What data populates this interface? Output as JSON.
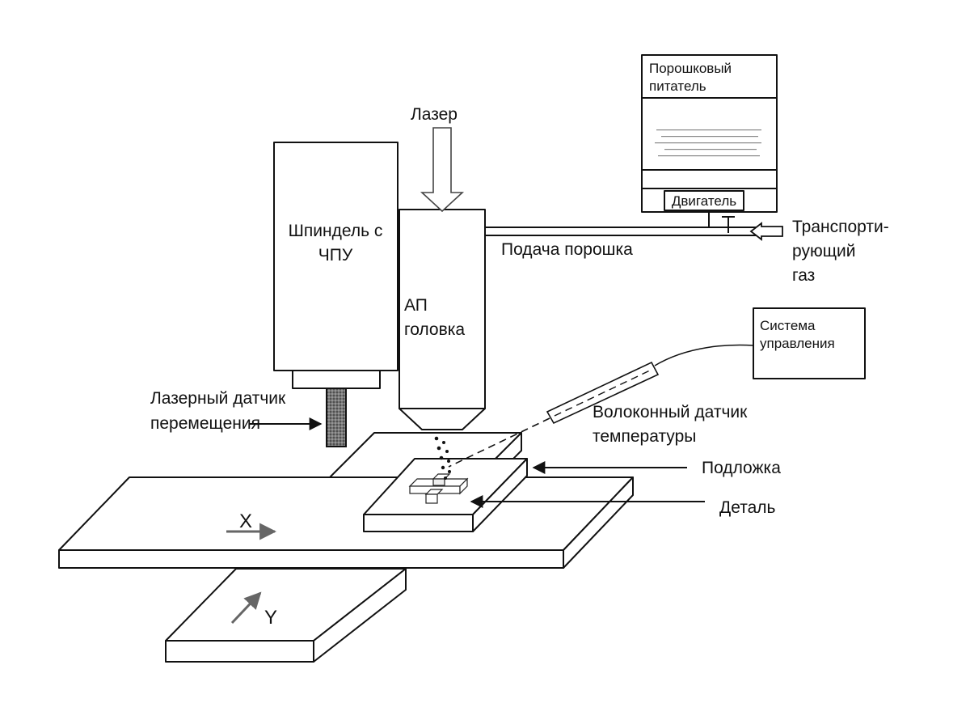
{
  "labels": {
    "laser": "Лазер",
    "spindle_1": "Шпиндель с",
    "spindle_2": "ЧПУ",
    "head_1": "АП",
    "head_2": "головка",
    "feeder_1": "Порошковый",
    "feeder_2": "питатель",
    "motor": "Двигатель",
    "powder_feed": "Подача порошка",
    "gas_1": "Транспорти-",
    "gas_2": "рующий",
    "gas_3": "газ",
    "control_1": "Система",
    "control_2": "управления",
    "sensor_laser_1": "Лазерный датчик",
    "sensor_laser_2": "перемещения",
    "sensor_fiber_1": "Волоконный датчик",
    "sensor_fiber_2": "температуры",
    "substrate": "Подложка",
    "part": "Деталь",
    "axis_x": "X",
    "axis_y": "Y"
  },
  "colors": {
    "line": "#111111",
    "background": "#ffffff",
    "arrow_grey": "#666666"
  }
}
